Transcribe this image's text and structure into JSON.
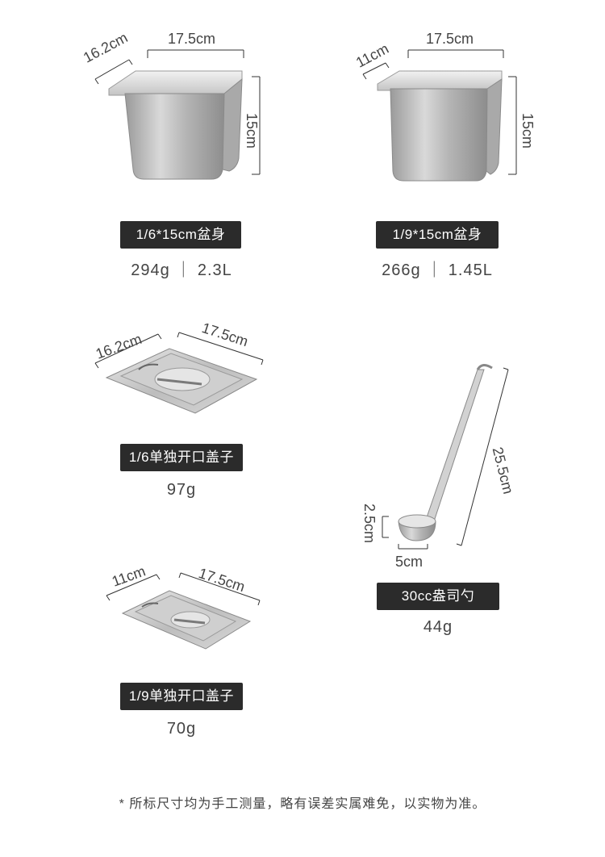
{
  "products": [
    {
      "id": "pan-1-6",
      "label": "1/6*15cm盆身",
      "spec": "294g ｜ 2.3L",
      "dims": {
        "depth": "16.2cm",
        "width": "17.5cm",
        "height": "15cm"
      }
    },
    {
      "id": "pan-1-9",
      "label": "1/9*15cm盆身",
      "spec": "266g ｜ 1.45L",
      "dims": {
        "depth": "11cm",
        "width": "17.5cm",
        "height": "15cm"
      }
    },
    {
      "id": "lid-1-6",
      "label": "1/6单独开口盖子",
      "spec": "97g",
      "dims": {
        "depth": "16.2cm",
        "width": "17.5cm"
      }
    },
    {
      "id": "lid-1-9",
      "label": "1/9单独开口盖子",
      "spec": "70g",
      "dims": {
        "depth": "11cm",
        "width": "17.5cm"
      }
    },
    {
      "id": "ladle",
      "label": "30cc盎司勺",
      "spec": "44g",
      "dims": {
        "length": "25.5cm",
        "height": "2.5cm",
        "width": "5cm"
      }
    }
  ],
  "footnote": "* 所标尺寸均为手工测量，略有误差实属难免，以实物为准。",
  "colors": {
    "badge": "#2b2b2b",
    "steel_light": "#e6e6e6",
    "steel_dark": "#8a8a8a"
  }
}
